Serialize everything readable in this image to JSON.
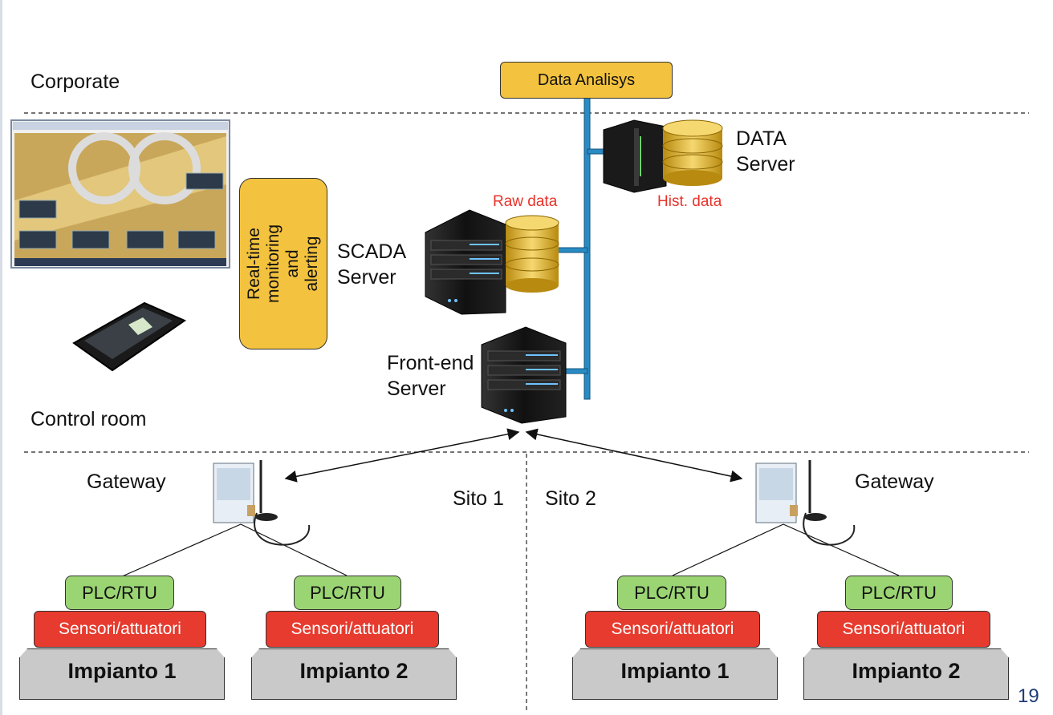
{
  "zones": {
    "corporate": "Corporate",
    "control_room": "Control room"
  },
  "data_analysis": "Data Analisys",
  "realtime_box": "Real-time monitoring and alerting",
  "scada_server": {
    "line1": "SCADA",
    "line2": "Server"
  },
  "data_server": {
    "line1": "DATA",
    "line2": "Server"
  },
  "frontend_server": {
    "line1": "Front-end",
    "line2": "Server"
  },
  "raw_data": "Raw data",
  "hist_data": "Hist. data",
  "sites": {
    "site1": {
      "label": "Sito 1",
      "gateway": "Gateway",
      "plants": [
        {
          "plc": "PLC/RTU",
          "sensors": "Sensori/attuatori",
          "name": "Impianto 1"
        },
        {
          "plc": "PLC/RTU",
          "sensors": "Sensori/attuatori",
          "name": "Impianto 2"
        }
      ]
    },
    "site2": {
      "label": "Sito 2",
      "gateway": "Gateway",
      "plants": [
        {
          "plc": "PLC/RTU",
          "sensors": "Sensori/attuatori",
          "name": "Impianto 1"
        },
        {
          "plc": "PLC/RTU",
          "sensors": "Sensori/attuatori",
          "name": "Impianto 2"
        }
      ]
    }
  },
  "slide_number": "19",
  "colors": {
    "accent_yellow": "#f3c23e",
    "plc_green": "#9bd472",
    "sensor_red": "#e63b2e",
    "bus_blue": "#2a8bc4",
    "plant_gray": "#c9c9c9",
    "label_red": "#e8322a"
  }
}
